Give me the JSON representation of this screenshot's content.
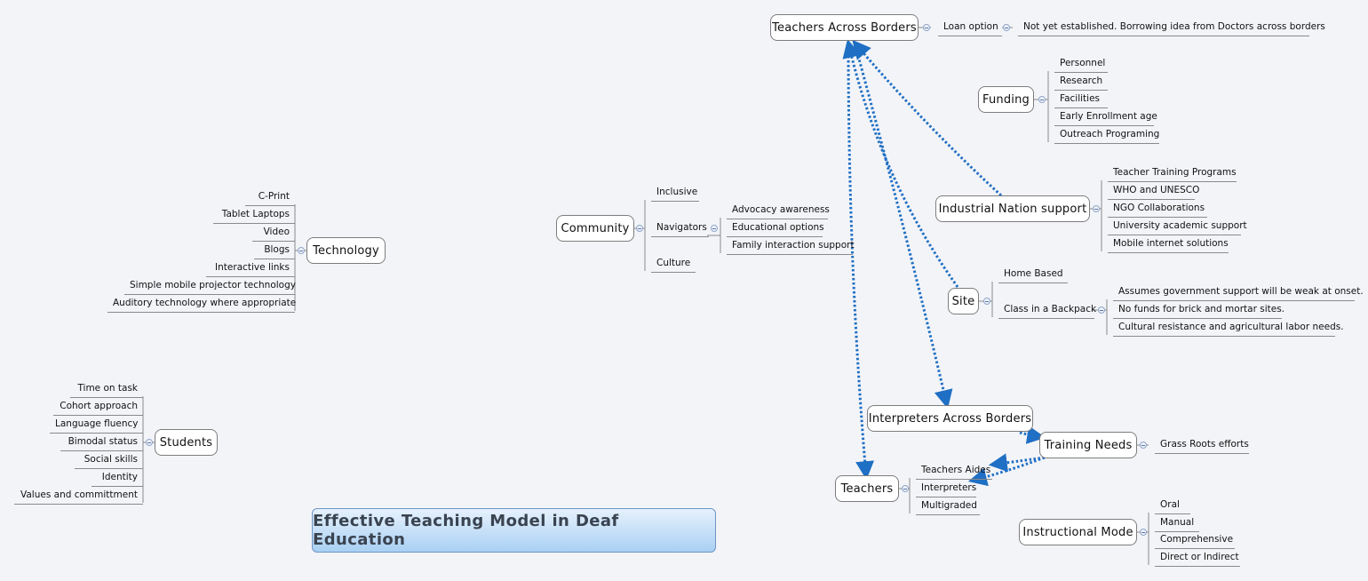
{
  "map_title": "Effective Teaching Model in Deaf Education",
  "topics": {
    "teachers_across_borders": "Teachers Across Borders",
    "loan_option": "Loan option",
    "loan_note": "Not yet established. Borrowing idea from Doctors across borders",
    "funding": "Funding",
    "funding_items": [
      "Personnel",
      "Research",
      "Facilities",
      "Early Enrollment age",
      "Outreach Programing"
    ],
    "industrial_nation_support": "Industrial Nation support",
    "industrial_items": [
      "Teacher Training Programs",
      "WHO and UNESCO",
      "NGO Collaborations",
      "University academic support",
      "Mobile internet solutions"
    ],
    "site": "Site",
    "home_based": "Home Based",
    "class_in_a_backpack": "Class in a Backpack",
    "backpack_items": [
      "Assumes government support will be weak at onset.",
      "No funds for brick and mortar sites.",
      "Cultural resistance and agricultural labor needs."
    ],
    "community": "Community",
    "inclusive": "Inclusive",
    "navigators": "Navigators",
    "navigator_items": [
      "Advocacy awareness",
      "Educational options",
      "Family interaction support"
    ],
    "culture": "Culture",
    "technology": "Technology",
    "technology_items": [
      "C-Print",
      "Tablet Laptops",
      "Video",
      "Blogs",
      "Interactive links",
      "Simple mobile projector technology",
      "Auditory technology where appropriate"
    ],
    "students": "Students",
    "student_items": [
      "Time on task",
      "Cohort approach",
      "Language fluency",
      "Bimodal status",
      "Social skills",
      "Identity",
      "Values and  committment"
    ],
    "interpreters_across_borders": "Interpreters Across Borders",
    "training_needs": "Training Needs",
    "grass_roots": "Grass Roots efforts",
    "teachers": "Teachers",
    "teacher_items": [
      "Teachers Aides",
      "Interpreters",
      "Multigraded"
    ],
    "instructional_mode": "Instructional Mode",
    "mode_items": [
      "Oral",
      "Manual",
      "Comprehensive",
      "Direct or Indirect"
    ]
  }
}
